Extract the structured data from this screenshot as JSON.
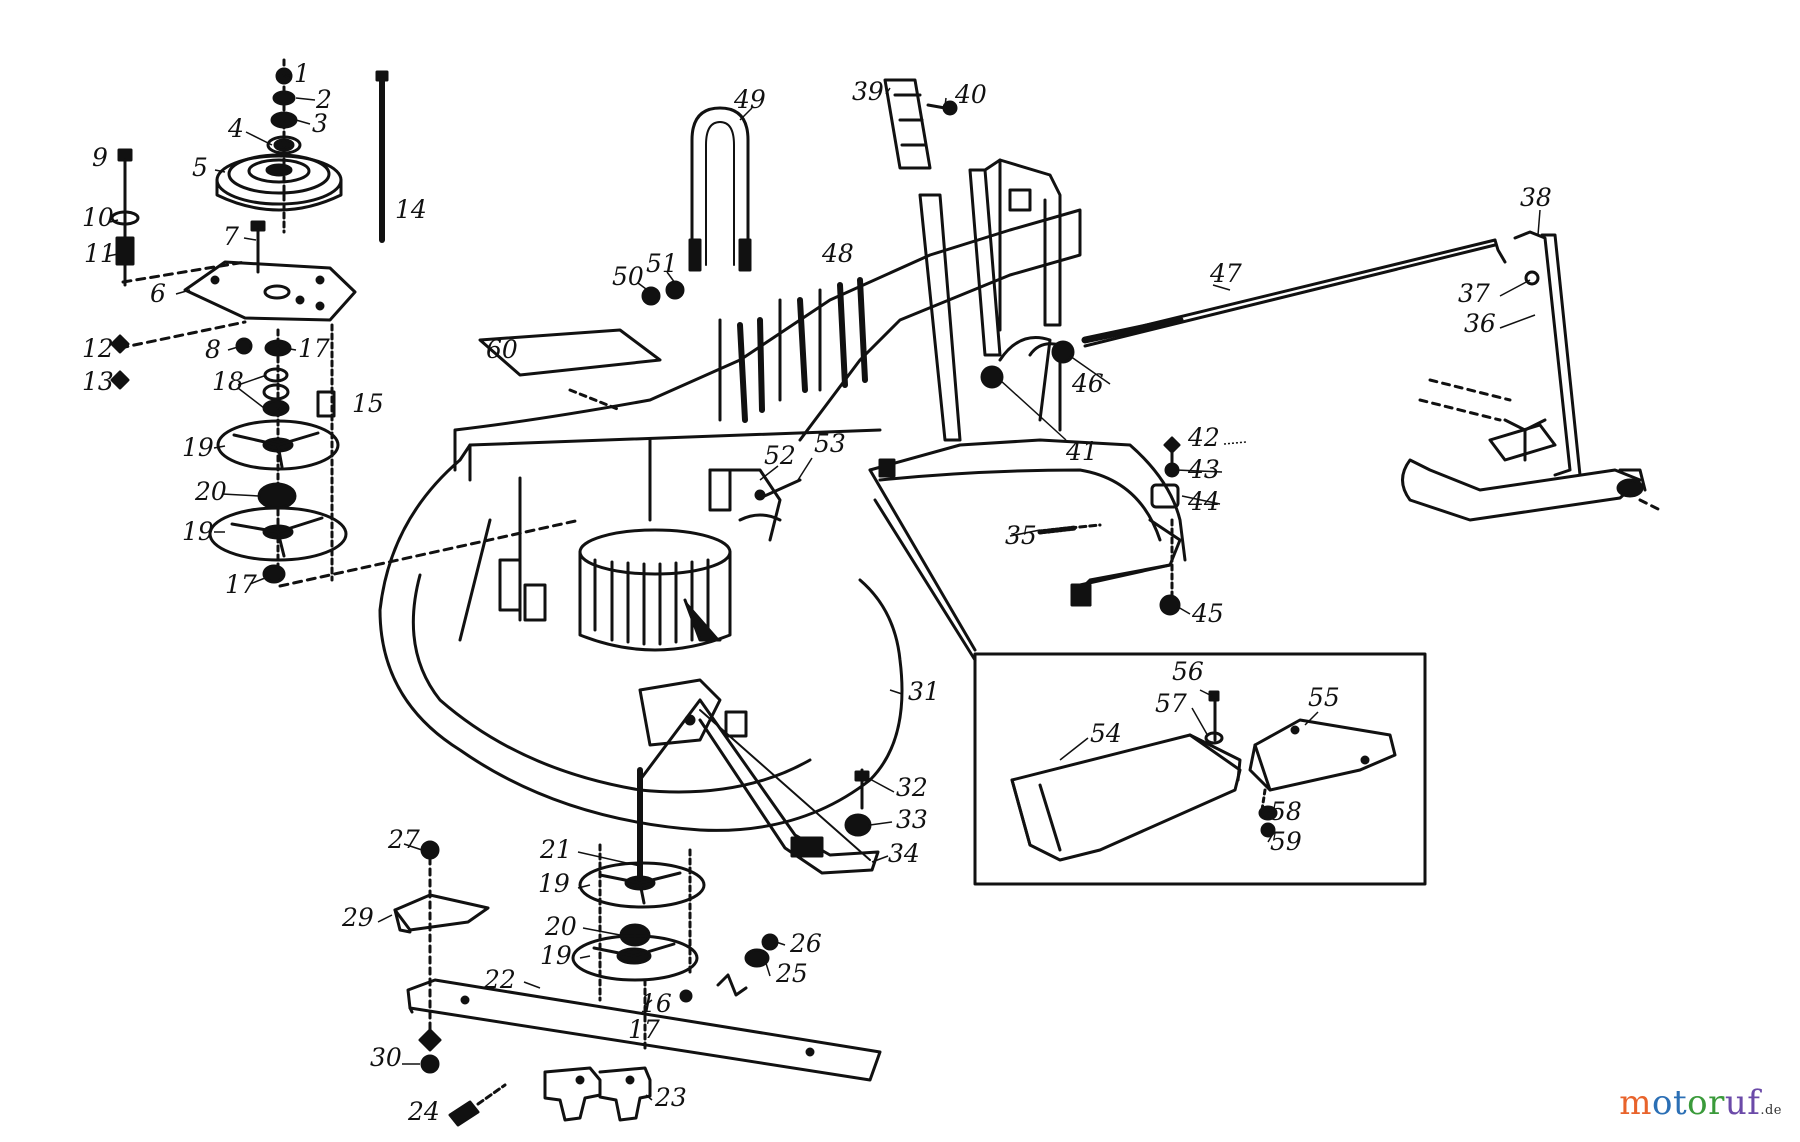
{
  "callouts": [
    "1",
    "2",
    "3",
    "4",
    "5",
    "6",
    "7",
    "8",
    "9",
    "10",
    "11",
    "12",
    "13",
    "14",
    "15",
    "16",
    "17",
    "17",
    "17",
    "18",
    "19",
    "19",
    "19",
    "19",
    "20",
    "20",
    "21",
    "22",
    "23",
    "24",
    "25",
    "26",
    "27",
    "29",
    "30",
    "31",
    "32",
    "33",
    "34",
    "35",
    "36",
    "37",
    "38",
    "39",
    "40",
    "41",
    "42",
    "43",
    "44",
    "45",
    "46",
    "47",
    "48",
    "49",
    "50",
    "51",
    "52",
    "53",
    "54",
    "55",
    "56",
    "57",
    "58",
    "59",
    "60"
  ],
  "watermark": {
    "parts": [
      "m",
      "ot",
      "or",
      "uf"
    ],
    "tld": ".de"
  },
  "colors": {
    "ink": "#111111",
    "background": "#ffffff",
    "brand_orange": "#e8632b",
    "brand_blue": "#2b6fb5",
    "brand_green": "#3a9a3a",
    "brand_purple": "#6b4aa8"
  }
}
